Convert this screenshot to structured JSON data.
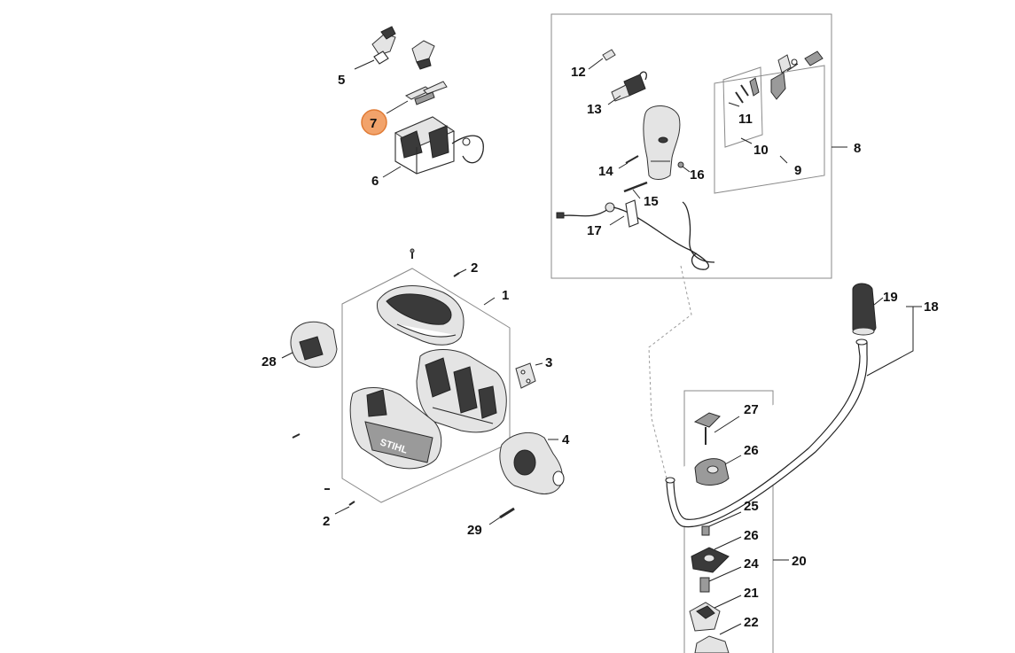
{
  "diagram": {
    "highlight_color": "#f2a36b",
    "highlight_stroke": "#e07b35",
    "brand_mark": "STIHL",
    "callouts": {
      "c1": "1",
      "c2a": "2",
      "c2b": "2",
      "c3": "3",
      "c4": "4",
      "c5": "5",
      "c6": "6",
      "c7": "7",
      "c8": "8",
      "c9": "9",
      "c10": "10",
      "c11": "11",
      "c12": "12",
      "c13": "13",
      "c14": "14",
      "c15": "15",
      "c16": "16",
      "c17": "17",
      "c18": "18",
      "c19": "19",
      "c20": "20",
      "c21": "21",
      "c22": "22",
      "c24": "24",
      "c25": "25",
      "c26a": "26",
      "c26b": "26",
      "c27": "27",
      "c28": "28",
      "c29": "29"
    },
    "selected_callout": "7"
  }
}
